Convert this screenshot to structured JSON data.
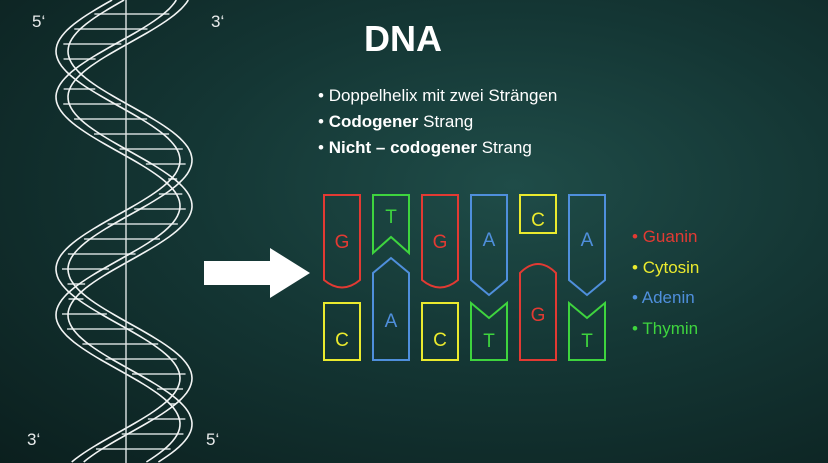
{
  "title": "DNA",
  "strand_labels": {
    "top_left": "5‘",
    "top_right": "3‘",
    "bottom_left": "3‘",
    "bottom_right": "5‘"
  },
  "bullets": [
    {
      "bold": "",
      "text": "Doppelhelix mit zwei Strängen"
    },
    {
      "bold": "Codogener",
      "text": " Strang"
    },
    {
      "bold": "Nicht – codogener",
      "text": " Strang"
    }
  ],
  "base_pairs": [
    {
      "top": "G",
      "bottom": "C"
    },
    {
      "top": "T",
      "bottom": "A"
    },
    {
      "top": "G",
      "bottom": "C"
    },
    {
      "top": "A",
      "bottom": "T"
    },
    {
      "top": "C",
      "bottom": "G"
    },
    {
      "top": "A",
      "bottom": "T"
    }
  ],
  "legend": [
    {
      "label": "Guanin",
      "color": "#e23a33"
    },
    {
      "label": "Cytosin",
      "color": "#eaea2e"
    },
    {
      "label": "Adenin",
      "color": "#4f8fdc"
    },
    {
      "label": "Thymin",
      "color": "#3ed43e"
    }
  ],
  "colors": {
    "G": "#e23a33",
    "C": "#eaea2e",
    "A": "#4f8fdc",
    "T": "#3ed43e"
  }
}
